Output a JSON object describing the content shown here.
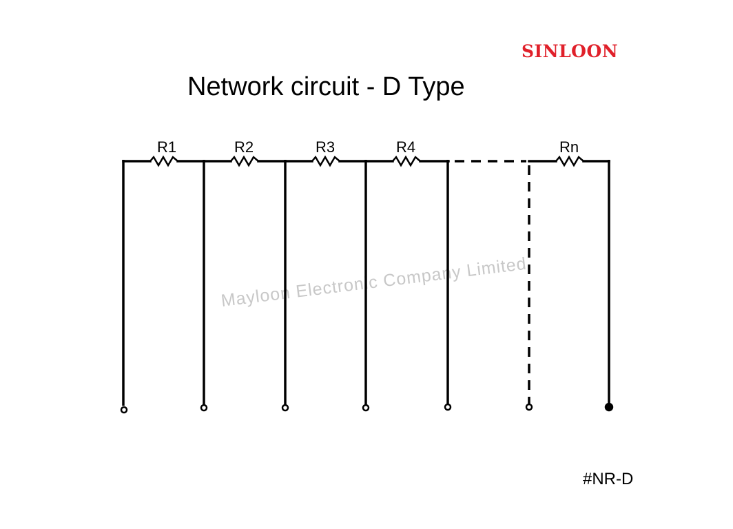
{
  "header": {
    "brand": "SINLOON",
    "title": "Network circuit - D Type"
  },
  "circuit": {
    "resistors": [
      {
        "label": "R1"
      },
      {
        "label": "R2"
      },
      {
        "label": "R3"
      },
      {
        "label": "R4"
      },
      {
        "label": "Rn"
      }
    ],
    "terminal_count": 7
  },
  "watermark": "Mayloon Electronic Company Limited",
  "footer": {
    "code": "#NR-D"
  },
  "colors": {
    "brand": "#e0202a",
    "line": "#000000",
    "watermark": "#c8c8c8"
  }
}
